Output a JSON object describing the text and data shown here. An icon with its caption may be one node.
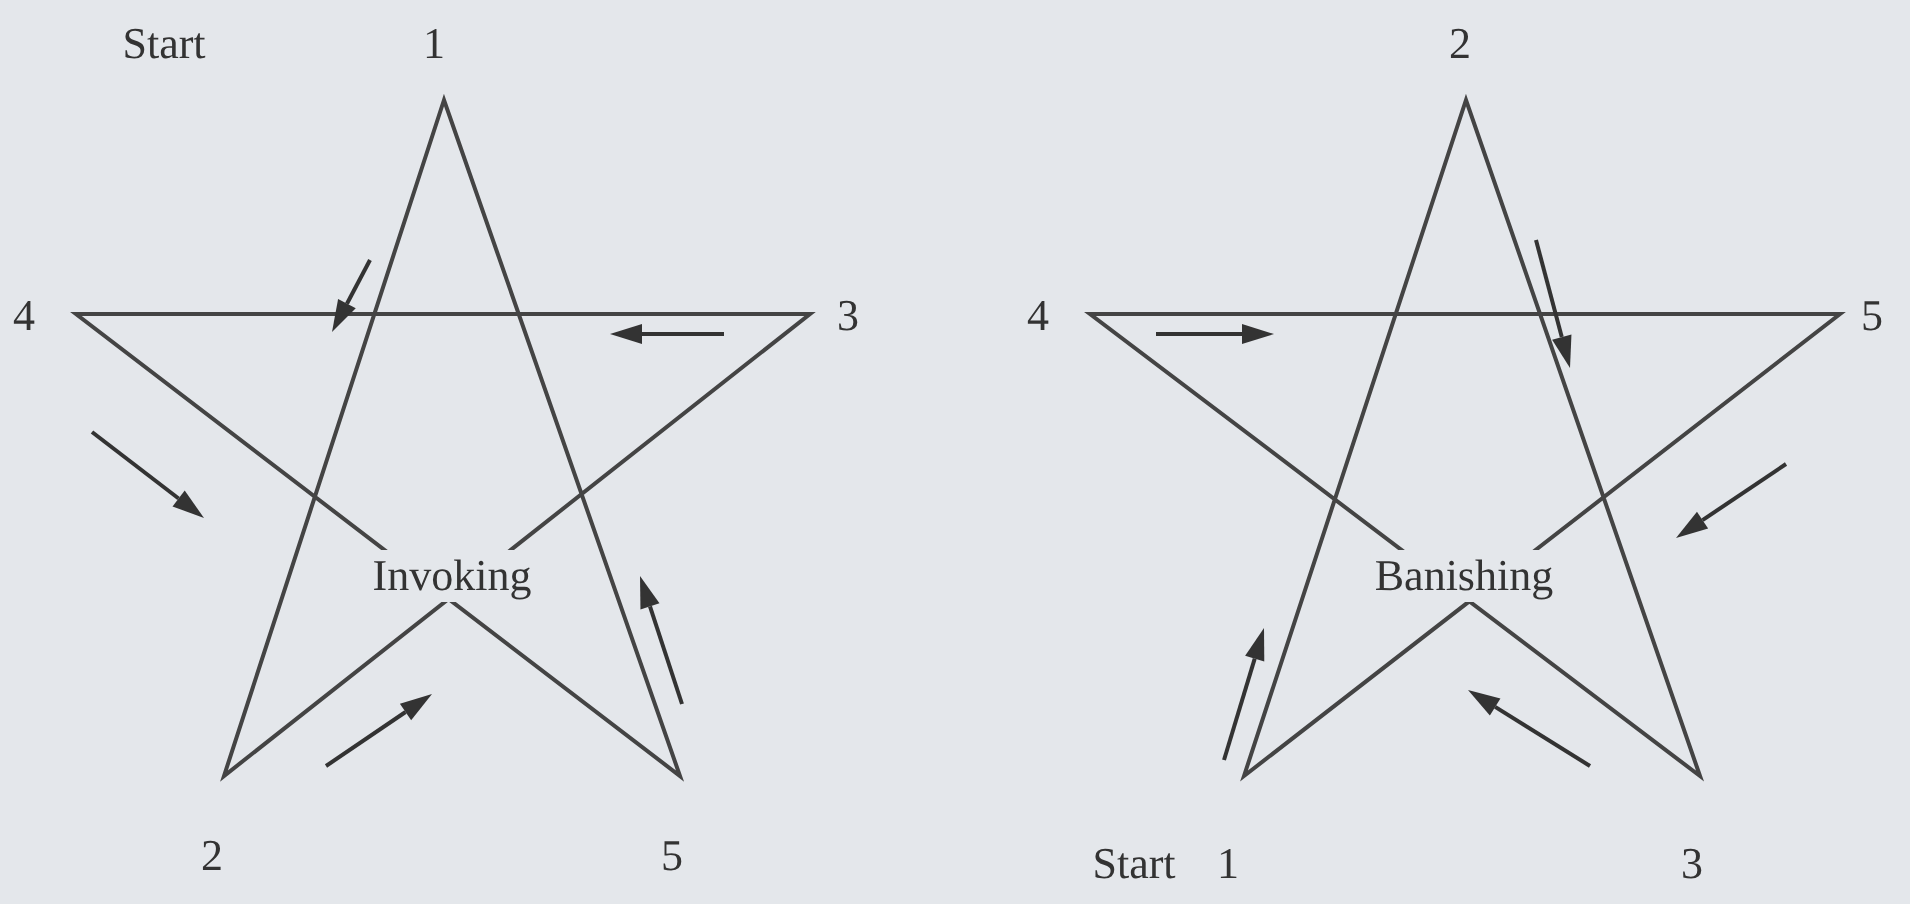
{
  "diagram": {
    "labels": [
      "Start",
      "1",
      "2",
      "4",
      "3",
      "4",
      "5",
      "Invoking",
      "Banishing",
      "2",
      "5",
      "Start",
      "1",
      "3"
    ]
  }
}
